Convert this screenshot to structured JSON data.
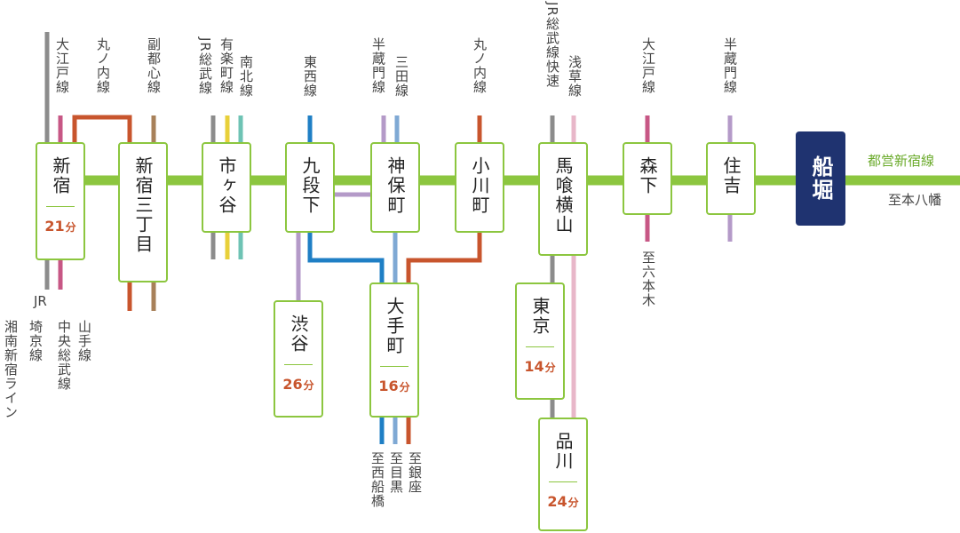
{
  "colors": {
    "shinjuku_line": "#8cc63f",
    "dest_box": "#1f3370",
    "time_text": "#c8552d",
    "jr": "#8c8c8c",
    "oedo": "#c75785",
    "marunouchi": "#c8552d",
    "fukutoshin": "#a8815a",
    "yurakucho": "#e8d03a",
    "namboku": "#6ec3b4",
    "tozai": "#1f7fc5",
    "hanzomon": "#b49ac8",
    "mita": "#7fa9d4",
    "asakusa": "#e8b7c9"
  },
  "destination": {
    "name": "船堀"
  },
  "stations": {
    "shinjuku": {
      "name": "新宿",
      "time": "21",
      "unit": "分"
    },
    "shinjuku_sanchome": {
      "name": "新宿三丁目"
    },
    "ichigaya": {
      "name": "市ヶ谷"
    },
    "kudanshita": {
      "name": "九段下"
    },
    "jimbocho": {
      "name": "神保町"
    },
    "ogawamachi": {
      "name": "小川町"
    },
    "bakuro_yokoyama": {
      "name": "馬喰横山"
    },
    "morishita": {
      "name": "森下"
    },
    "sumiyoshi": {
      "name": "住吉"
    },
    "shibuya": {
      "name": "渋谷",
      "time": "26",
      "unit": "分"
    },
    "otemachi": {
      "name": "大手町",
      "time": "16",
      "unit": "分"
    },
    "tokyo": {
      "name": "東京",
      "time": "14",
      "unit": "分"
    },
    "shinagawa": {
      "name": "品川",
      "time": "24",
      "unit": "分"
    }
  },
  "labels": {
    "shinjuku_oedo": "大江戸線",
    "shinjuku_marunouchi": "丸ノ内線",
    "sanchome_fukutoshin": "副都心線",
    "ichigaya_jr": "JR総武線",
    "ichigaya_yurakucho": "有楽町線",
    "ichigaya_namboku": "南北線",
    "kudanshita_tozai": "東西線",
    "jimbocho_hanzomon": "半蔵門線",
    "jimbocho_mita": "三田線",
    "ogawamachi_marunouchi": "丸ノ内線",
    "bakuro_jr": "JR総武線快速",
    "bakuro_asakusa": "浅草線",
    "morishita_oedo": "大江戸線",
    "sumiyoshi_hanzomon": "半蔵門線",
    "line_name": "都営新宿線",
    "to_motoyawata": "至本八幡",
    "to_roppongi": "至六本木",
    "jr_header": "JR",
    "jr_yamanote": "山手線",
    "jr_chuo_sobu": "中央総武線",
    "jr_saikyo": "埼京線",
    "jr_shonan": "湘南新宿ライン",
    "to_nishifunabashi": "至西船橋",
    "to_meguro": "至目黒",
    "to_ginza": "至銀座"
  }
}
